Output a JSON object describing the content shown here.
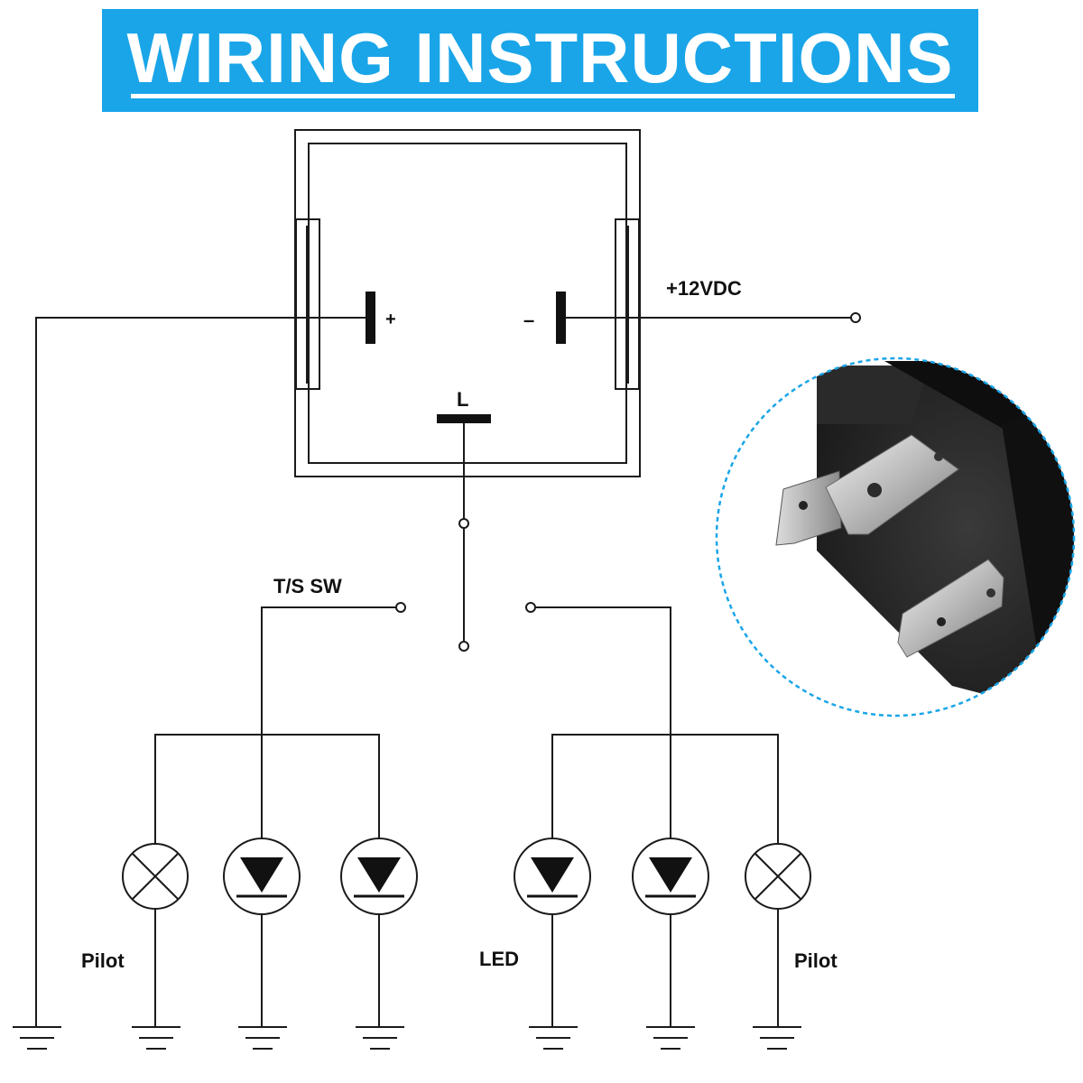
{
  "title": "WIRING INSTRUCTIONS",
  "labels": {
    "plus": "+",
    "minus": "–",
    "load": "L",
    "supply": "+12VDC",
    "switch": "T/S SW",
    "pilot_left": "Pilot",
    "led": "LED",
    "pilot_right": "Pilot"
  },
  "colors": {
    "banner": "#1aa5e8",
    "banner_text": "#ffffff",
    "lines": "#1a1a1a",
    "callout_dash": "#1aa5e8"
  },
  "icons": [
    "incandescent-lamp-icon",
    "led-diode-icon",
    "ground-icon",
    "relay-terminal-photo"
  ]
}
